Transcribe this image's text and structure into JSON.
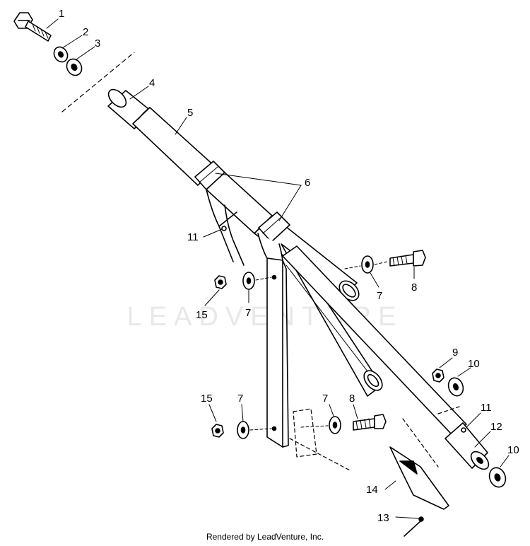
{
  "watermark": "LEADVENTURE",
  "footer": "Rendered by LeadVenture, Inc.",
  "callouts": {
    "c1": "1",
    "c2": "2",
    "c3": "3",
    "c4": "4",
    "c5": "5",
    "c6": "6",
    "c7a": "7",
    "c7b": "7",
    "c7c": "7",
    "c7d": "7",
    "c8a": "8",
    "c8b": "8",
    "c9": "9",
    "c10a": "10",
    "c10b": "10",
    "c11a": "11",
    "c11b": "11",
    "c12": "12",
    "c13": "13",
    "c14": "14",
    "c15a": "15",
    "c15b": "15"
  }
}
